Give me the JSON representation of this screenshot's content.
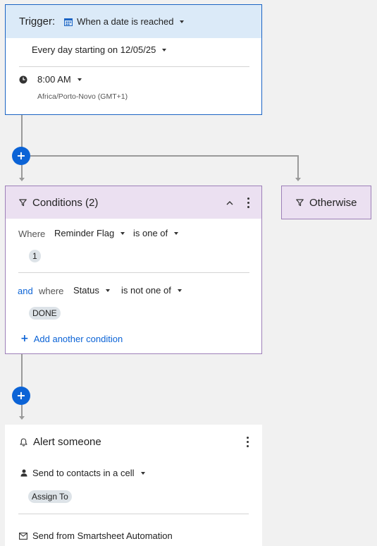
{
  "trigger": {
    "label": "Trigger:",
    "type": "When a date is reached",
    "schedule": "Every day starting on 12/05/25",
    "time": "8:00 AM",
    "timezone": "Africa/Porto-Novo (GMT+1)"
  },
  "conditions": {
    "title": "Conditions (2)",
    "rows": [
      {
        "connector": "Where",
        "field": "Reminder Flag",
        "operator": "is one of",
        "value": "1"
      },
      {
        "connector": "and",
        "sub_connector": "where",
        "field": "Status",
        "operator": "is not one of",
        "value": "DONE"
      }
    ],
    "add_label": "Add another condition"
  },
  "otherwise": {
    "title": "Otherwise"
  },
  "alert": {
    "title": "Alert someone",
    "recipients": "Send to contacts in a cell",
    "column": "Assign To",
    "sender": "Send from Smartsheet Automation"
  },
  "icons": {
    "calendar": "calendar-icon",
    "clock": "clock-icon",
    "filter": "filter-icon",
    "bell": "bell-icon",
    "person": "person-icon",
    "mail": "mail-icon",
    "plus": "plus-icon",
    "chevron_up": "chevron-up-icon",
    "kebab": "kebab-menu-icon"
  },
  "colors": {
    "accent": "#0b63d6",
    "trigger_header": "#dbeaf8",
    "condition_header": "#ebe0f1",
    "condition_border": "#9d7fb8"
  }
}
